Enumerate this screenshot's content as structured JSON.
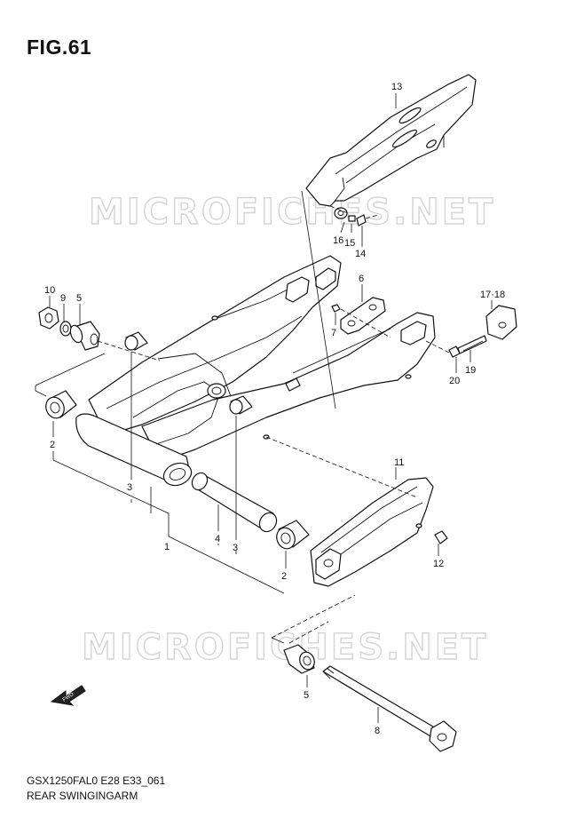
{
  "figure": {
    "title": "FIG.61",
    "model_code": "GSX1250FAL0 E28 E33_061",
    "assembly_name": "REAR SWINGINGARM",
    "watermark": "MICROFICHES.NET",
    "direction_marker": "FWD"
  },
  "callouts": {
    "p1": "1",
    "p2a": "2",
    "p2b": "2",
    "p3a": "3",
    "p3b": "3",
    "p4": "4",
    "p5a": "5",
    "p5b": "5",
    "p6": "6",
    "p7": "7",
    "p8": "8",
    "p9": "9",
    "p10": "10",
    "p11": "11",
    "p12": "12",
    "p13": "13",
    "p14": "14",
    "p15": "15",
    "p16": "16",
    "p17_18": "17·18",
    "p19": "19",
    "p20": "20"
  }
}
